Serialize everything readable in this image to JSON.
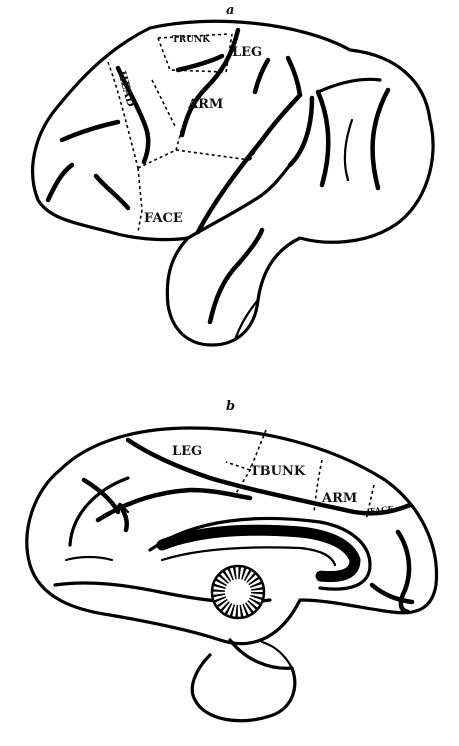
{
  "panels": [
    {
      "letter": "a",
      "regions": {
        "trunk": "TRUNK",
        "leg": "LEG",
        "head": "HEAD",
        "arm": "ARM",
        "face": "FACE"
      }
    },
    {
      "letter": "b",
      "regions": {
        "leg": "LEG",
        "trunk": "TBUNK",
        "arm": "ARM",
        "face": "FACE"
      }
    }
  ]
}
